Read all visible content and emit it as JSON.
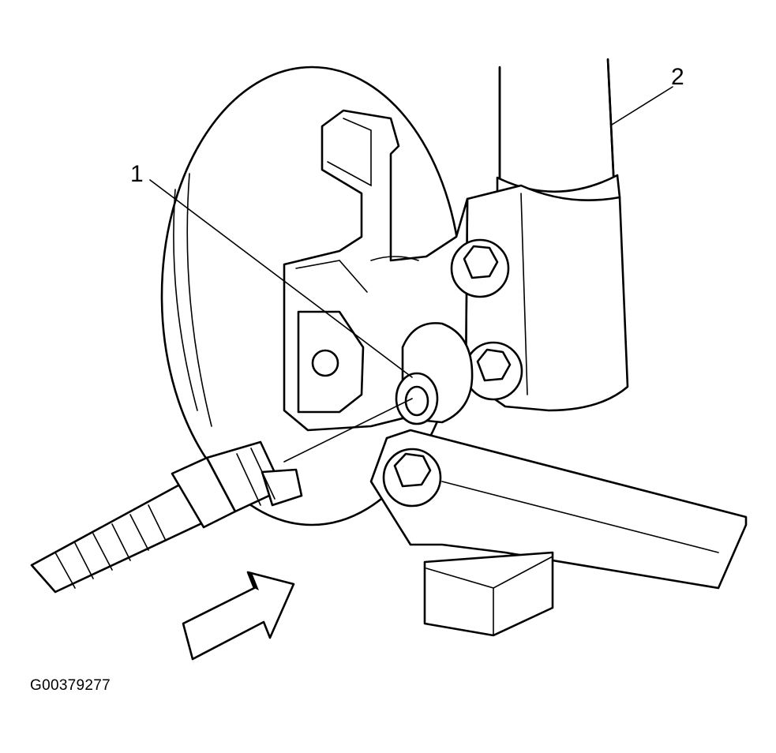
{
  "figure": {
    "id_label": "G00379277",
    "callouts": [
      {
        "number": "1"
      },
      {
        "number": "2"
      }
    ]
  }
}
